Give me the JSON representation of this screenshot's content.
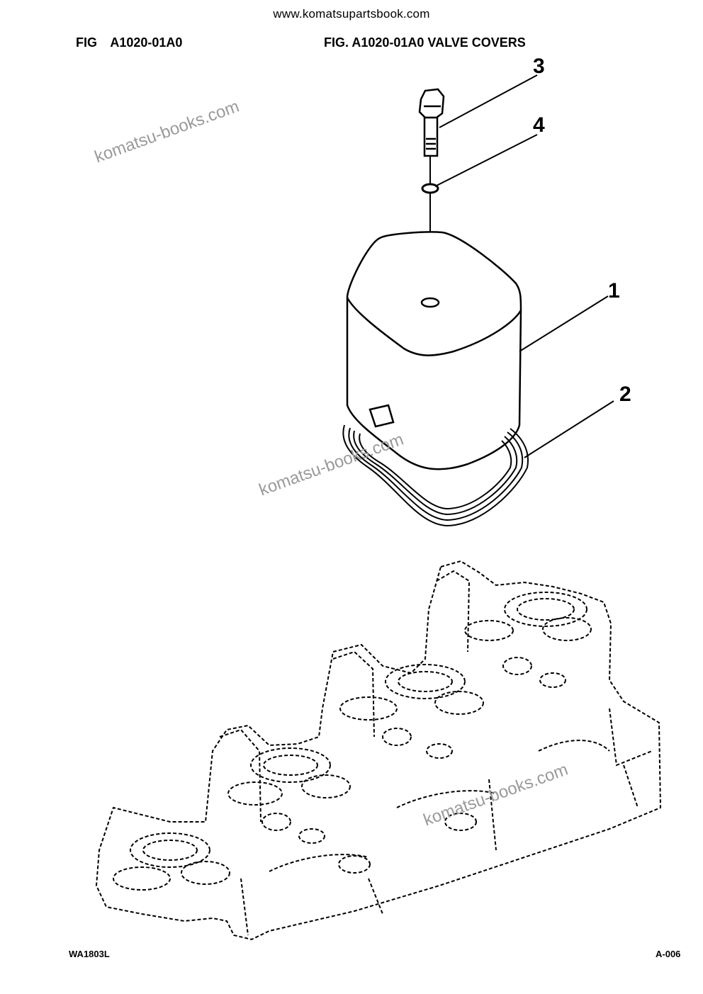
{
  "header": {
    "url": "www.komatsupartsbook.com",
    "fig_code": "FIG   A1020-01A0",
    "fig_title": "FIG. A1020-01A0 VALVE COVERS"
  },
  "callouts": [
    "3",
    "4",
    "1",
    "2"
  ],
  "watermarks": [
    "komatsu-books.com",
    "komatsu-books.com",
    "komatsu-books.com"
  ],
  "footer": {
    "drawing_id": "WA1803L",
    "page_number": "A-006"
  }
}
